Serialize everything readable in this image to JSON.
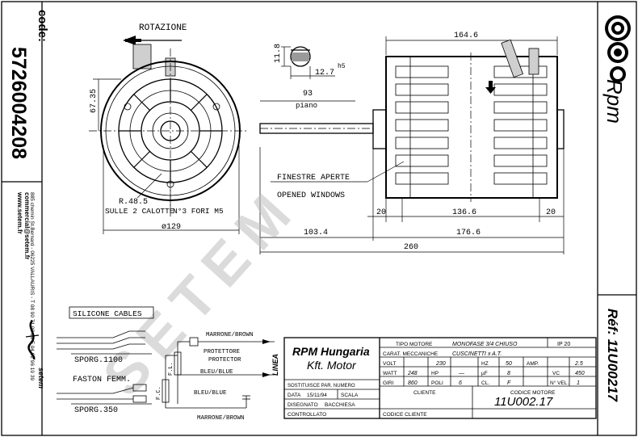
{
  "left_strip": {
    "code_label": "code:",
    "code_value": "5726004208",
    "address": "885 chemin St.Bernard - 06225 VALLAURIS - T 08 90 71 00 39 F 04 92 96 19 39",
    "email": "commercial@setem.fr",
    "web": "www.setem.fr"
  },
  "right_strip": {
    "brand": "Rpm",
    "ref": "Réf: 11U00217"
  },
  "front_view": {
    "rotation": "ROTAZIONE",
    "dim_height": "67.35",
    "radius_note": "R.48.5",
    "caps_note": "SULLE 2 CALOTTE",
    "holes_note": "N°3 FORI M5",
    "diameter": "ø129"
  },
  "shaft_detail": {
    "dim_flat": "11.8",
    "dim_shaft": "12.7",
    "tolerance": "h5"
  },
  "side_view": {
    "length_total_body": "164.6",
    "shaft_flat": "93",
    "shaft_flat_label": "piano",
    "windows_it": "FINESTRE APERTE",
    "windows_en": "OPENED WINDOWS",
    "dim_20_left": "20",
    "dim_136": "136.6",
    "dim_20_right": "20",
    "dim_103": "103.4",
    "dim_176": "176.6",
    "dim_260": "260"
  },
  "wiring": {
    "cables": "SILICONE CABLES",
    "sporg1": "SPORG.1100",
    "faston": "FASTON FEMM.",
    "sporg2": "SPORG.350",
    "w1": "MARRONE/BROWN",
    "w2": "PROTETTORE",
    "w2b": "PROTECTOR",
    "w3": "BLEU/BLUE",
    "w4": "BLEU/BLUE",
    "w5": "MARRONE/BROWN",
    "linea": "LINEA",
    "fl": "F.L.",
    "fc": "F.C."
  },
  "title_block": {
    "company": "RPM Hungaria",
    "company2": "Kft. Motor",
    "supersedes_label": "SOSTITUISCE PAR. NUMERO",
    "date_label": "DATA",
    "date_value": "15/11/94",
    "scale_label": "SCALA",
    "drawn_label": "DISEGNATO",
    "drawn_value": "BACCHIESA",
    "checked_label": "CONTROLLATO",
    "type_label": "TIPO MOTORE",
    "type_value": "MONOFASE 3/4 CHIUSO",
    "ip": "IP 20",
    "mech_label": "CARAT. MECCANICHE",
    "mech_value": "CUSCINETTI x A.T.",
    "volt_label": "VOLT",
    "volt_value": "230",
    "hz_label": "HZ",
    "hz_value": "50",
    "amp_label": "AMP.",
    "amp_value": "2.5",
    "watt_label": "WATT",
    "watt_value": "248",
    "hp_label": "HP",
    "hp_value": "—",
    "uf_label": "µF",
    "uf_value": "8",
    "vc_label": "VC",
    "vc_value": "450",
    "giri_label": "GIRI",
    "giri_value": "860",
    "poli_label": "POLI",
    "poli_value": "6",
    "cl_label": "CL.",
    "cl_value": "F",
    "vel_label": "N° VEL.",
    "vel_value": "1",
    "client_label": "CLIENTE",
    "motor_code_label": "CODICE MOTORE",
    "client_code_label": "CODICE CLIENTE",
    "motor_code": "11U002.17"
  },
  "watermark": "SETEM"
}
